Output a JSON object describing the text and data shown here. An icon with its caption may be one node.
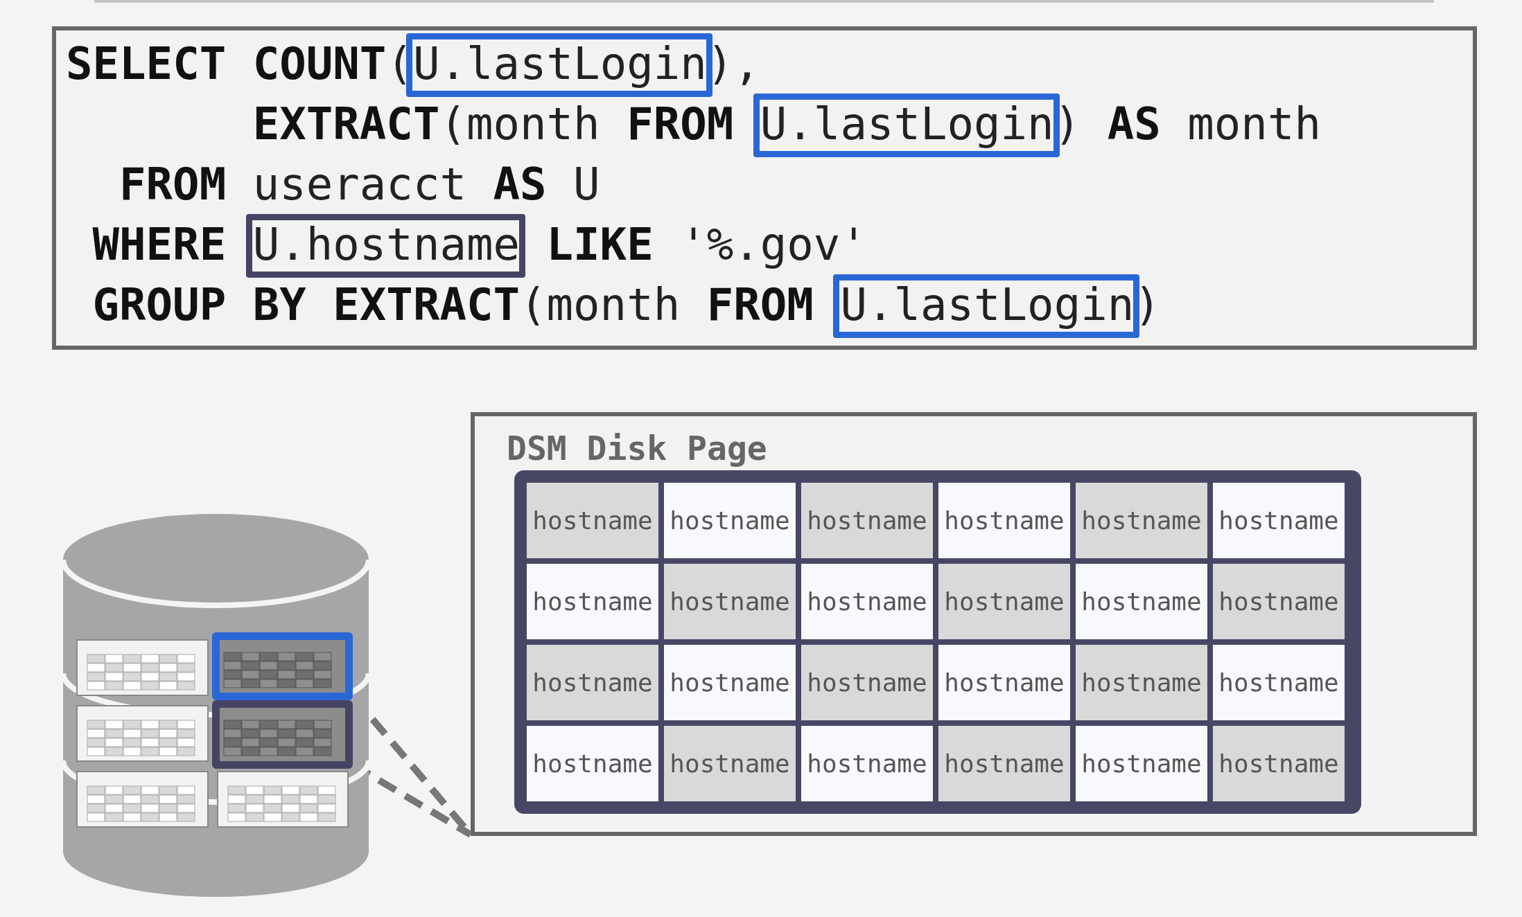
{
  "diagram": {
    "nodes": [
      {
        "text": [
          "**SELECT** **COUNT**(U.lastLogin),",
          "**EXTRACT**(month **FROM** U.lastLogin) **AS** month",
          "**FROM** useracct **AS** U",
          "**WHERE** U.hostname **LIKE** '%.gov'",
          "**GROUP** **BY** **EXTRACT**(month **FROM** U.lastLogin)"
        ]
      },
      {
        "text": [
          "DSM Disk Page"
        ]
      },
      {
        "text": [],
        "shape": "cylinder"
      },
      {
        "text": [],
        "shape": "box",
        "in": 2
      },
      {
        "text": [],
        "shape": "box",
        "in": 2
      },
      {
        "text": [],
        "shape": "box",
        "in": 2
      },
      {
        "text": [],
        "shape": "box",
        "in": 2
      },
      {
        "text": [],
        "shape": "box",
        "in": 2
      },
      {
        "text": [],
        "shape": "box",
        "in": 2
      }
    ],
    "edges": [
      {
        "from": 4,
        "to": 1,
        "arrow": "none",
        "style": "dashed"
      },
      {
        "from": 6,
        "to": 1,
        "arrow": "none",
        "style": "dashed"
      }
    ],
    "labels": [
      "hostname",
      "hostname",
      "hostname",
      "hostname",
      "hostname",
      "hostname",
      "hostname",
      "hostname",
      "hostname",
      "hostname",
      "hostname",
      "hostname",
      "hostname",
      "hostname",
      "hostname",
      "hostname",
      "hostname",
      "hostname",
      "hostname",
      "hostname",
      "hostname",
      "hostname",
      "hostname",
      "hostname"
    ]
  }
}
